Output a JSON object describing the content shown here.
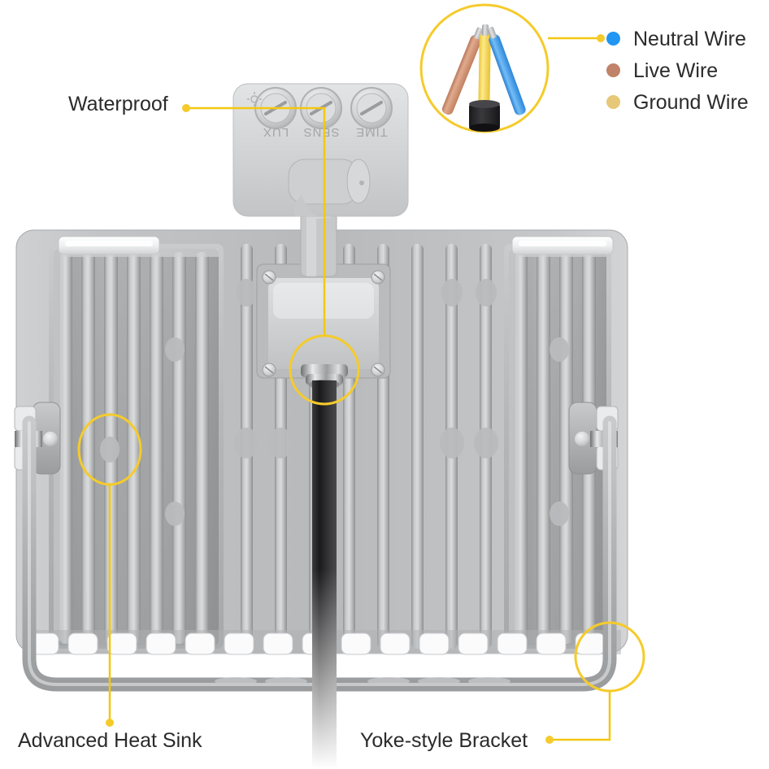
{
  "diagram": {
    "subject": "LED Flood Light - rear view with motion sensor",
    "background": "#ffffff"
  },
  "colors": {
    "accent_yellow": "#F5CB2B",
    "callout_line": "#F2C811",
    "body_gray": "#bfc1c2",
    "body_gray_light": "#d7d9da",
    "body_gray_dark": "#9a9c9e",
    "fin_gray": "#a9abad",
    "chrome": "#b9bcbe",
    "cable_black": "#1c1c1e",
    "text": "#2b2b2b",
    "wire_neutral": "#2196f3",
    "wire_live": "#c08269",
    "wire_ground": "#e6c878",
    "wire_yellow": "#f4d84e",
    "wire_blue": "#3ea0ef",
    "wire_brown": "#d09a80",
    "sheath": "#2a2a2c"
  },
  "callouts": [
    {
      "id": "waterproof",
      "label": "Waterproof"
    },
    {
      "id": "heat-sink",
      "label": "Advanced Heat Sink"
    },
    {
      "id": "yoke-bracket",
      "label": "Yoke-style Bracket"
    }
  ],
  "sensor": {
    "dials": [
      {
        "label": "LUX"
      },
      {
        "label": "SENS"
      },
      {
        "label": "TIME"
      }
    ]
  },
  "wire_legend": {
    "items": [
      {
        "label": "Neutral Wire",
        "color": "#2196f3",
        "wire": "blue"
      },
      {
        "label": "Live Wire",
        "color": "#c08269",
        "wire": "brown"
      },
      {
        "label": "Ground Wire",
        "color": "#e6c878",
        "wire": "yellow"
      }
    ]
  }
}
